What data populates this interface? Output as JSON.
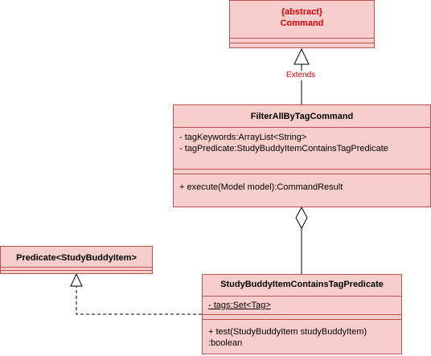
{
  "colors": {
    "fill": "#f8cecc",
    "stroke": "#b85450",
    "accent": "#e30000"
  },
  "command": {
    "stereotype": "{abstract}",
    "name": "Command"
  },
  "filter_command": {
    "name": "FilterAllByTagCommand",
    "attributes": [
      "- tagKeywords:ArrayList<String>",
      "- tagPredicate:StudyBuddyItemContainsTagPredicate"
    ],
    "methods": [
      "+ execute(Model model):CommandResult"
    ]
  },
  "predicate_interface": {
    "name": "Predicate<StudyBuddyItem>"
  },
  "tag_predicate": {
    "name": "StudyBuddyItemContainsTagPredicate",
    "attributes": [
      "- tags:Set<Tag>"
    ],
    "methods": [
      "+ test(StudyBuddyItem studyBuddyItem)",
      ":boolean"
    ]
  },
  "edges": {
    "extends_label": "Extends"
  }
}
